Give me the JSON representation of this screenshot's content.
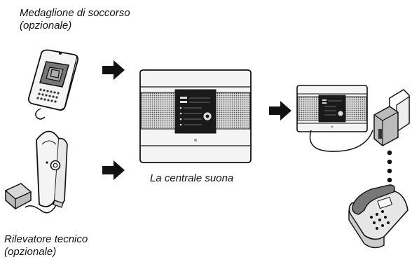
{
  "labels": {
    "panic_button": [
      "Medaglione di soccorso",
      "(opzionale)"
    ],
    "central_unit": "La centrale suona",
    "technical_detector": [
      "Rilevatore tecnico",
      "(opzionale)"
    ]
  },
  "icons": [
    "panic-button-pendant-icon",
    "technical-detector-icon",
    "arrow-right-icon",
    "central-unit-icon",
    "telephone-socket-icon",
    "telephone-icon"
  ]
}
